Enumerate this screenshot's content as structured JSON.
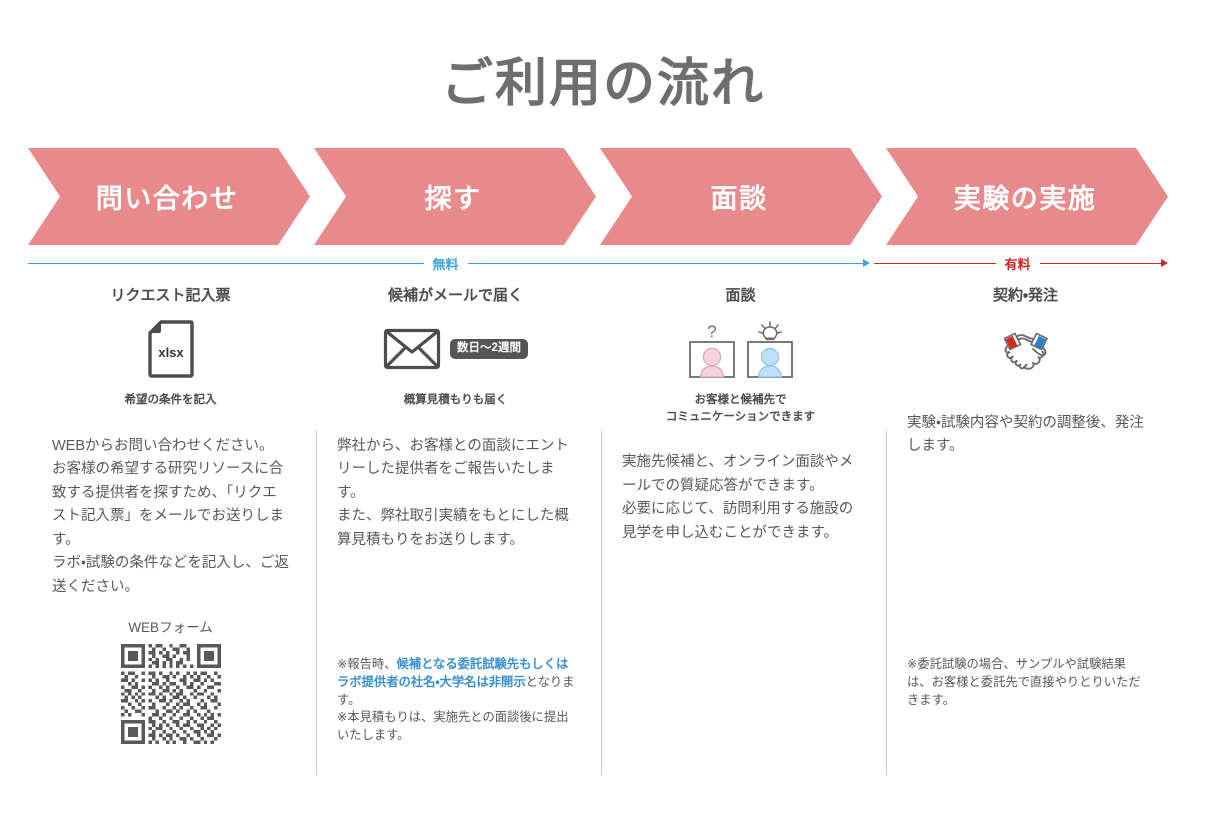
{
  "title": "ご利用の流れ",
  "steps": [
    {
      "label": "問い合わせ"
    },
    {
      "label": "探す"
    },
    {
      "label": "面談"
    },
    {
      "label": "実験の実施"
    }
  ],
  "rails": {
    "free_label": "無料",
    "paid_label": "有料",
    "free_color": "#3ba4dd",
    "paid_color": "#c52a20"
  },
  "banner_color": "#e8898c",
  "columns": [
    {
      "heading": "リクエスト記入票",
      "icon": "xlsx-file-icon",
      "icon_text": "xlsx",
      "caption": "希望の条件を記入",
      "body": "WEBからお問い合わせください。\nお客様の希望する研究リソースに合致する提供者を探すため、「リクエスト記入票」をメールでお送りします。\nラボ・試験の条件などを記入し、ご返送ください。",
      "webform_label": "WEBフォーム",
      "qr": "qr-code"
    },
    {
      "heading": "候補がメールで届く",
      "icon": "envelope-icon",
      "badge": "数日〜2週間",
      "caption": "概算見積もりも届く",
      "body": "弊社から、お客様との面談にエントリーした提供者をご報告いたします。\nまた、弊社取引実績をもとにした概算見積もりをお送りします。",
      "note_prefix": "※報告時、",
      "note_highlight": "候補となる委託試験先もしくはラボ提供者の社名・大学名は非開示",
      "note_suffix": "となります。\n※本見積もりは、実施先との面談後に提出いたします。"
    },
    {
      "heading": "面談",
      "icon": "two-persons-icon",
      "caption": "お客様と候補先で\nコミュニケーションできます",
      "body": "実施先候補と、オンライン面談やメールでの質疑応答ができます。\n必要に応じて、訪問利用する施設の見学を申し込むことができます。"
    },
    {
      "heading": "契約・発注",
      "icon": "handshake-icon",
      "caption": "",
      "body": "実験・試験内容や契約の調整後、発注します。",
      "note": "※委託試験の場合、サンプルや試験結果は、お客様と委託先で直接やりとりいただきます。"
    }
  ]
}
